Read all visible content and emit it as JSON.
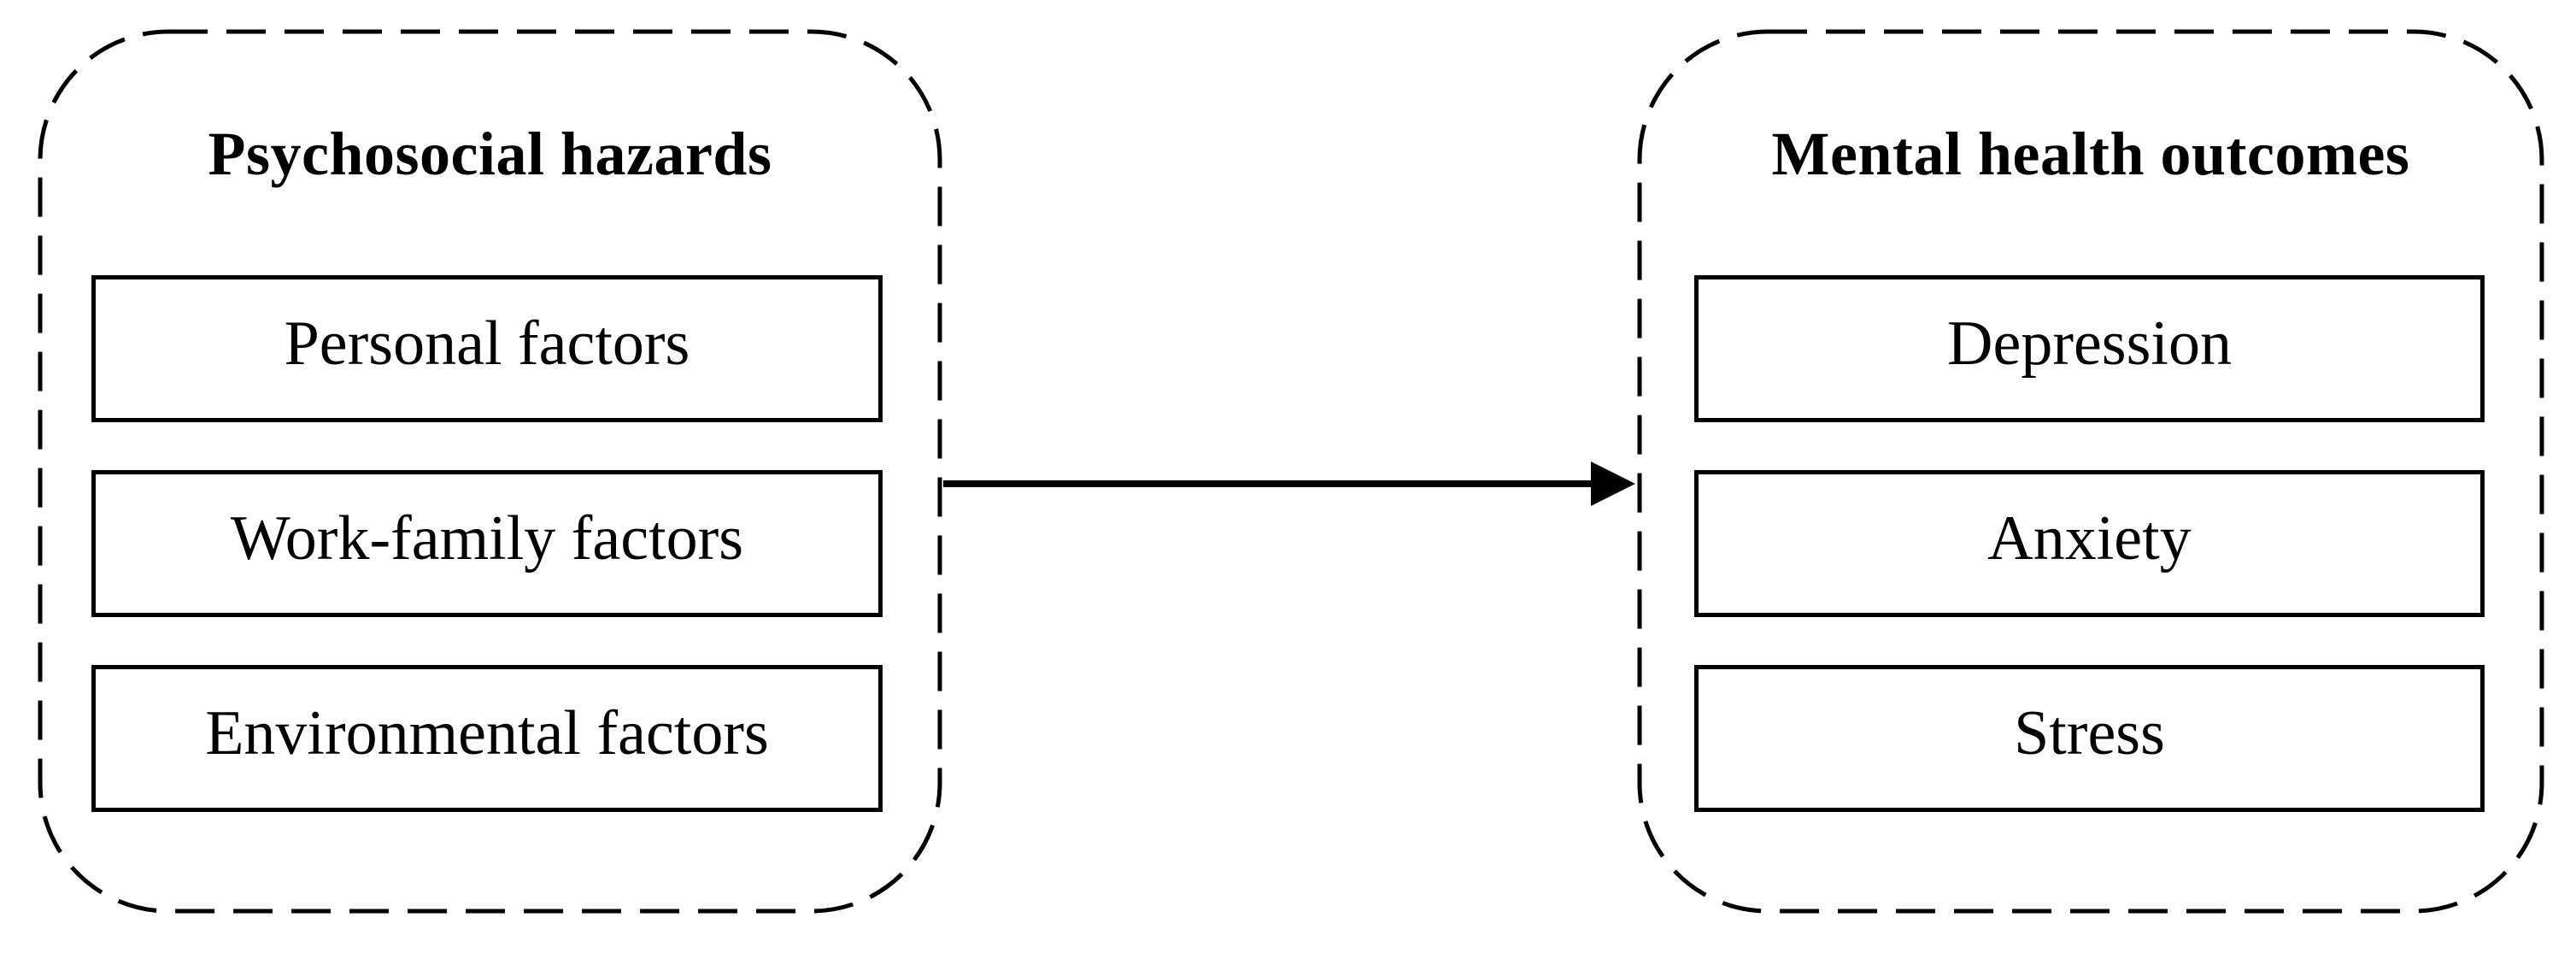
{
  "figure": {
    "background_color": "#ffffff",
    "stroke_color": "#000000",
    "text_color": "#000000",
    "left_panel": {
      "title": "Psychosocial hazards",
      "items": [
        "Personal factors",
        "Work-family factors",
        "Environmental factors"
      ]
    },
    "right_panel": {
      "title": "Mental health outcomes",
      "items": [
        "Depression",
        "Anxiety",
        "Stress"
      ]
    },
    "connector": {
      "type": "arrow",
      "from": "Psychosocial hazards",
      "to": "Mental health outcomes",
      "direction": "left-to-right"
    }
  }
}
